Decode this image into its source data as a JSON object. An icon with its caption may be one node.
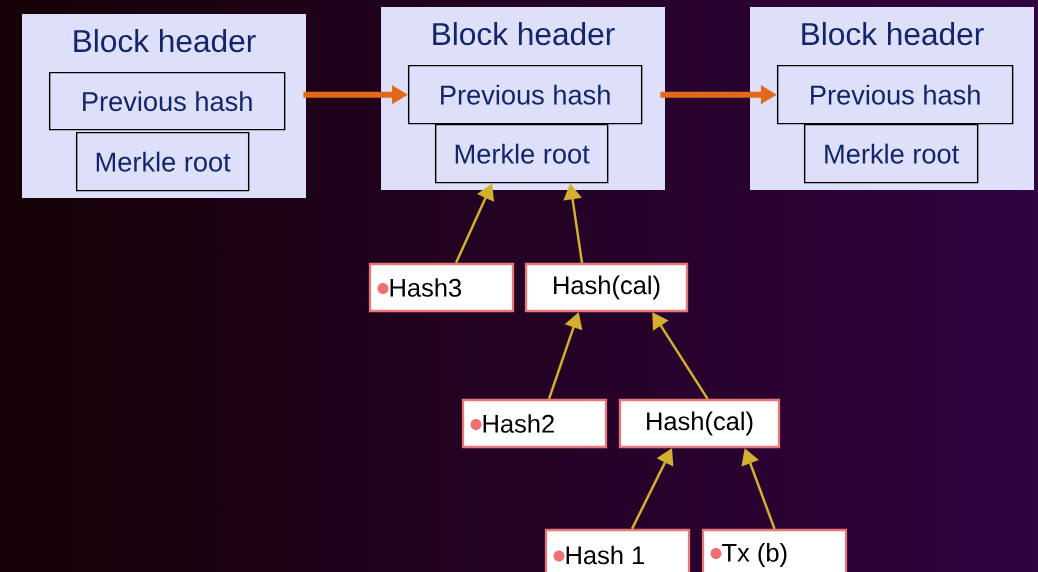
{
  "diagram": {
    "nodes": [
      {
        "text": [
          "Block header"
        ]
      },
      {
        "text": [
          "Previous hash"
        ],
        "in": 0
      },
      {
        "text": [
          "Merkle root"
        ],
        "in": 0
      },
      {
        "text": [
          "Block header"
        ]
      },
      {
        "text": [
          "Previous hash"
        ],
        "in": 3
      },
      {
        "text": [
          "Merkle root"
        ],
        "in": 3
      },
      {
        "text": [
          "Block header"
        ]
      },
      {
        "text": [
          "Previous hash"
        ],
        "in": 6
      },
      {
        "text": [
          "Merkle root"
        ],
        "in": 6
      },
      {
        "text": [
          "Hash3"
        ]
      },
      {
        "text": [
          "Hash(cal)"
        ]
      },
      {
        "text": [
          "Hash2"
        ]
      },
      {
        "text": [
          "Hash(cal)"
        ]
      },
      {
        "text": [
          "Hash 1"
        ]
      },
      {
        "text": [
          "Tx (b)"
        ]
      }
    ],
    "edges": [
      {
        "from": 1,
        "to": 4,
        "arrow": "to",
        "style": "thick",
        "color": "#e06a1a"
      },
      {
        "from": 4,
        "to": 7,
        "arrow": "to",
        "style": "thick",
        "color": "#e06a1a"
      },
      {
        "from": 9,
        "to": 5,
        "arrow": "to"
      },
      {
        "from": 10,
        "to": 5,
        "arrow": "to"
      },
      {
        "from": 11,
        "to": 10,
        "arrow": "to"
      },
      {
        "from": 12,
        "to": 10,
        "arrow": "to"
      },
      {
        "from": 13,
        "to": 12,
        "arrow": "to"
      },
      {
        "from": 14,
        "to": 12,
        "arrow": "to"
      }
    ]
  }
}
